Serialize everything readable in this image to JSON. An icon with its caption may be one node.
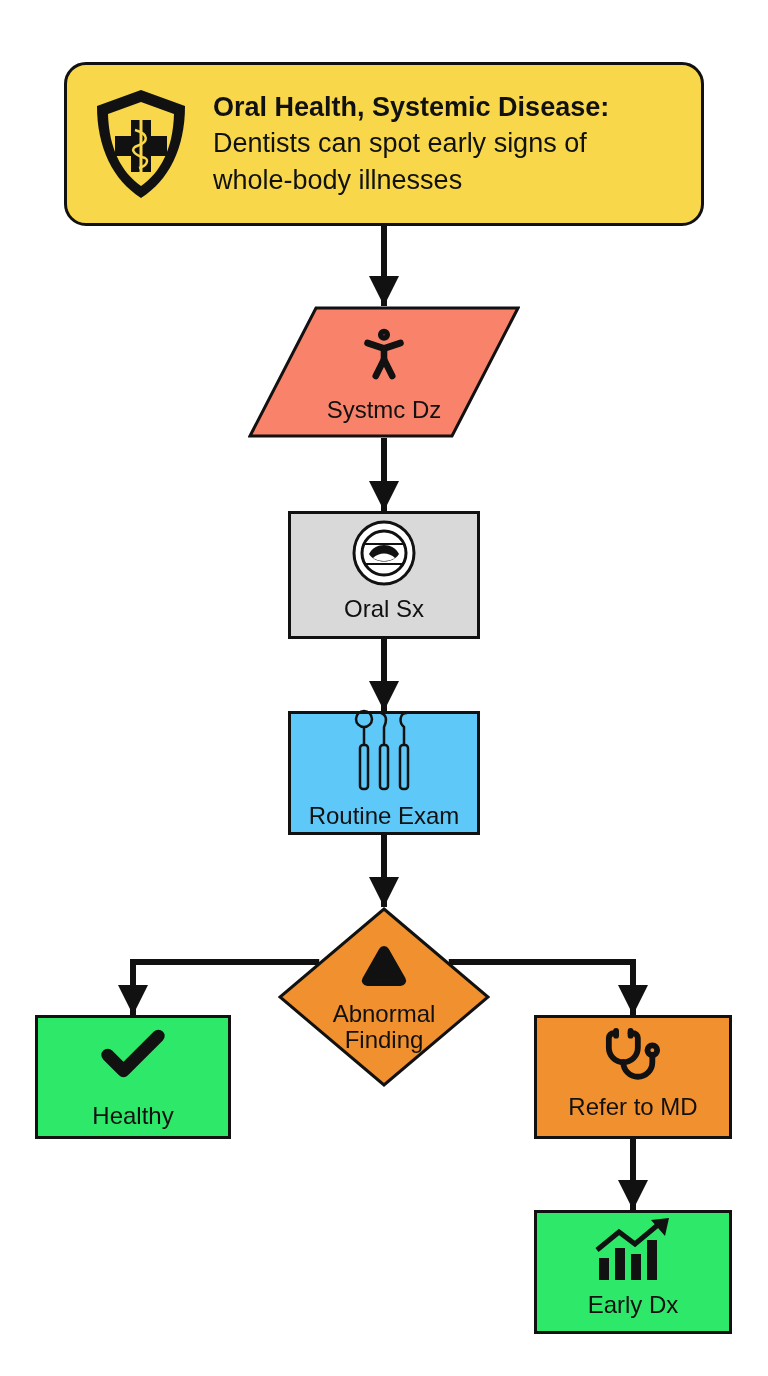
{
  "diagram": {
    "nodes": [
      {
        "text": [
          "Oral Health, Systemic Disease:",
          "Dentists can spot early signs of whole-body illnesses"
        ]
      },
      {
        "text": [
          "Systmc Dz"
        ]
      },
      {
        "text": [
          "Oral Sx"
        ]
      },
      {
        "text": [
          "Routine Exam"
        ]
      },
      {
        "text": [
          "Abnormal Finding"
        ]
      },
      {
        "text": [
          "Healthy"
        ]
      },
      {
        "text": [
          "Refer to MD"
        ]
      },
      {
        "text": [
          "Early Dx"
        ]
      }
    ],
    "edges": [
      {
        "from": 0,
        "to": 1,
        "arrow": "to"
      },
      {
        "from": 1,
        "to": 2,
        "arrow": "to"
      },
      {
        "from": 2,
        "to": 3,
        "arrow": "to"
      },
      {
        "from": 3,
        "to": 4,
        "arrow": "to"
      },
      {
        "from": 4,
        "to": 5,
        "arrow": "to"
      },
      {
        "from": 4,
        "to": 6,
        "arrow": "to"
      },
      {
        "from": 6,
        "to": 7,
        "arrow": "to"
      }
    ]
  }
}
